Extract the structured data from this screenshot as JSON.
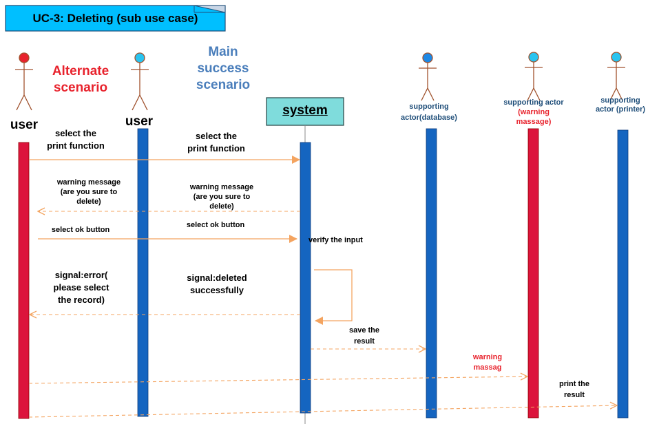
{
  "title": "UC-3: Deleting (sub use case)",
  "headings": {
    "alternate": [
      "Alternate",
      "scenario"
    ],
    "main": [
      "Main",
      "success",
      "scenario"
    ]
  },
  "actors": {
    "user_alt": "user",
    "user_main": "user",
    "system": "system",
    "database": [
      "supporting",
      "actor(database)"
    ],
    "warning": [
      "supporting actor",
      "(warning",
      "massage)"
    ],
    "printer": [
      "supporting",
      "actor (printer)"
    ]
  },
  "messages": {
    "alt_select": [
      "select the",
      "print function"
    ],
    "main_select": [
      "select the",
      "print function"
    ],
    "alt_warning": [
      "warning message",
      "(are you sure to",
      "delete)"
    ],
    "main_warning": [
      "warning message",
      "(are you sure to",
      "delete)"
    ],
    "alt_ok": "select  ok button",
    "main_ok": "select  ok button",
    "verify": "verify the input",
    "alt_error": [
      "signal:error(",
      "please select",
      "the record)"
    ],
    "main_deleted": [
      "signal:deleted",
      "successfully"
    ],
    "save": [
      "save the",
      "result"
    ],
    "warning_massag": [
      "warning",
      "massag"
    ],
    "print": [
      "print the",
      "result"
    ]
  },
  "colors": {
    "title_fill": "#00bfff",
    "title_border": "#1f4e79",
    "system_fill": "#7fdcdc",
    "lifeline_blue": "#1565c0",
    "lifeline_red": "#dc143c",
    "arrow_orange": "#f4a460",
    "actor_stroke": "#a0522d",
    "head_red": "#e8232d",
    "head_cyan": "#29c4f0",
    "head_blue": "#1e88e5"
  }
}
